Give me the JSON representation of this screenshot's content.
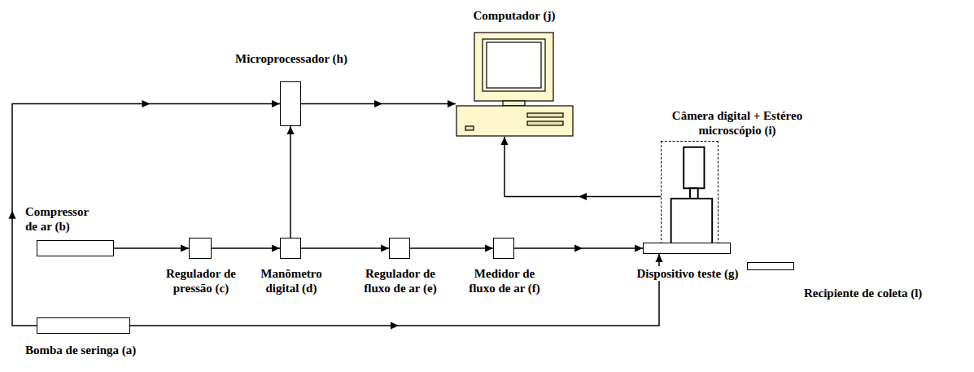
{
  "diagram": {
    "nodes": [
      {
        "text": [
          "Microprocessador (h)"
        ]
      },
      {
        "text": [
          "Computador (j)"
        ]
      },
      {
        "text": [
          "Câmera digital + Estéreo microscópio (i)"
        ]
      },
      {
        "text": [
          "Compressor de ar (b)"
        ]
      },
      {
        "text": [
          "Regulador de pressão (c)"
        ]
      },
      {
        "text": [
          "Manômetro digital (d)"
        ]
      },
      {
        "text": [
          "Regulador de fluxo de ar (e)"
        ]
      },
      {
        "text": [
          "Medidor de fluxo de ar (f)"
        ]
      },
      {
        "text": [
          "Dispositivo teste (g)"
        ]
      },
      {
        "text": [
          "Recipiente de coleta (l)"
        ]
      },
      {
        "text": [
          "Bomba de seringa (a)"
        ]
      }
    ],
    "edges": [
      {
        "from": 10,
        "to": 0,
        "arrow": "to"
      },
      {
        "from": 0,
        "to": 1,
        "arrow": "to"
      },
      {
        "from": 5,
        "to": 0,
        "arrow": "to"
      },
      {
        "from": 2,
        "to": 1,
        "arrow": "to"
      },
      {
        "from": 3,
        "to": 4,
        "arrow": "to"
      },
      {
        "from": 4,
        "to": 5,
        "arrow": "to"
      },
      {
        "from": 5,
        "to": 6,
        "arrow": "to"
      },
      {
        "from": 6,
        "to": 7,
        "arrow": "to"
      },
      {
        "from": 7,
        "to": 8,
        "arrow": "to"
      },
      {
        "from": 10,
        "to": 8,
        "arrow": "to"
      }
    ]
  }
}
